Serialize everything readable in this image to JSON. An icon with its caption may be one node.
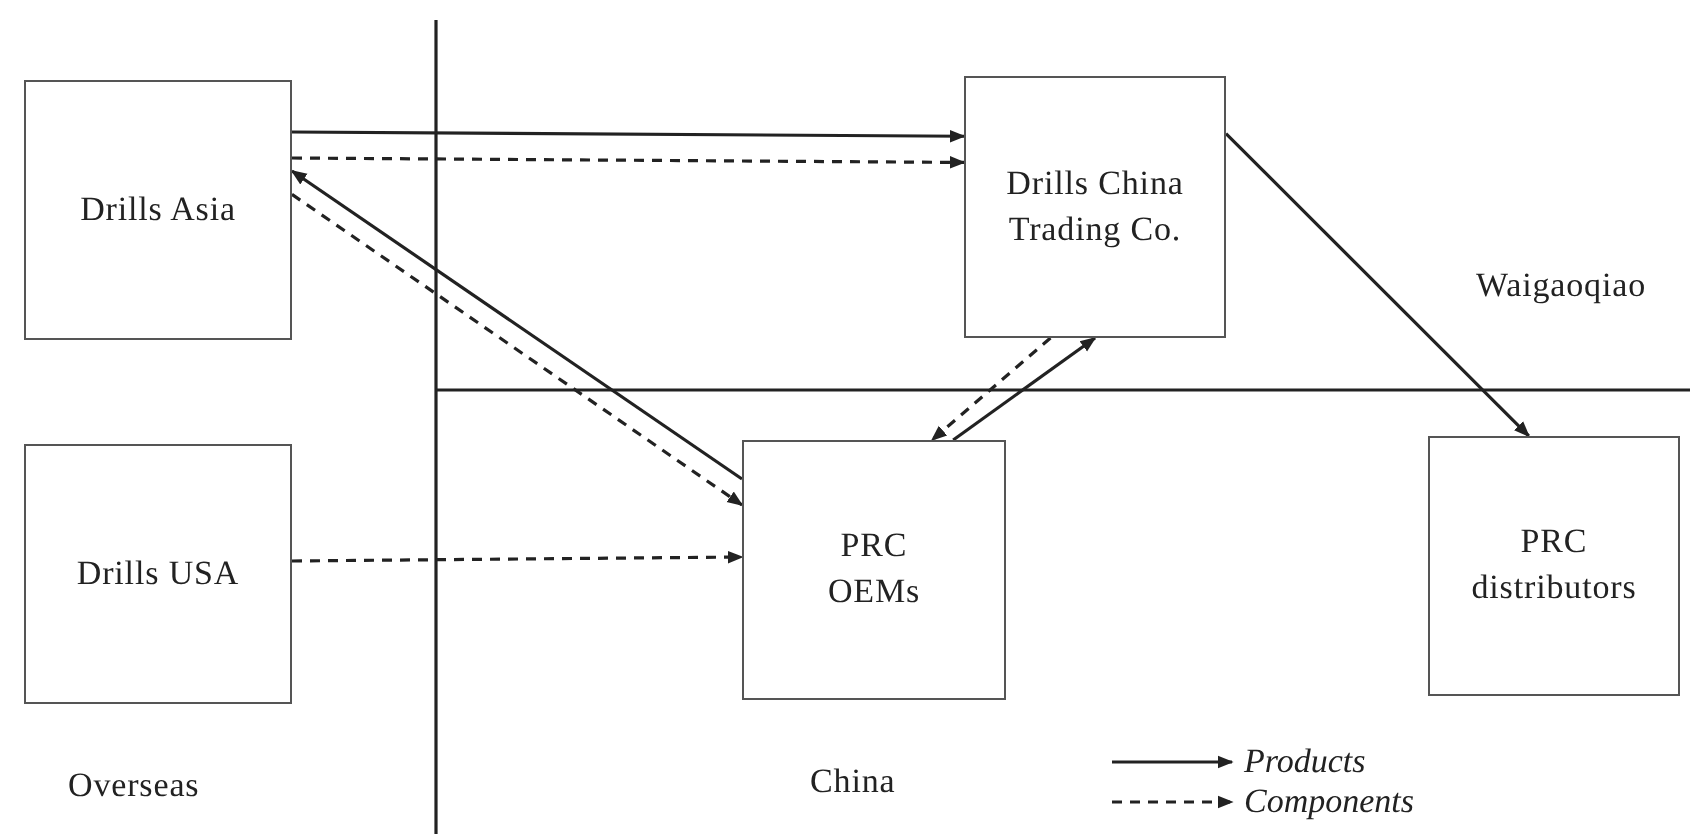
{
  "diagram": {
    "nodes": [
      {
        "text": [
          "Drills Asia"
        ]
      },
      {
        "text": [
          "Drills China Trading Co."
        ]
      },
      {
        "text": [
          "Drills USA"
        ]
      },
      {
        "text": [
          "PRC OEMs"
        ]
      },
      {
        "text": [
          "PRC distributors"
        ]
      }
    ],
    "edges": [
      {
        "from": 0,
        "to": 1,
        "arrow": "to"
      },
      {
        "from": 0,
        "to": 1,
        "arrow": "to",
        "style": "dashed"
      },
      {
        "from": 3,
        "to": 0,
        "arrow": "to"
      },
      {
        "from": 0,
        "to": 3,
        "arrow": "to",
        "style": "dashed"
      },
      {
        "from": 2,
        "to": 3,
        "arrow": "to",
        "style": "dashed"
      },
      {
        "from": 1,
        "to": 3,
        "arrow": "to",
        "style": "dashed"
      },
      {
        "from": 3,
        "to": 1,
        "arrow": "to"
      },
      {
        "from": 1,
        "to": 4,
        "arrow": "to"
      }
    ],
    "labels": [
      "Waigaoqiao",
      "Overseas",
      "China"
    ],
    "legend": [
      {
        "text": "Products"
      },
      {
        "text": "Components"
      }
    ]
  }
}
